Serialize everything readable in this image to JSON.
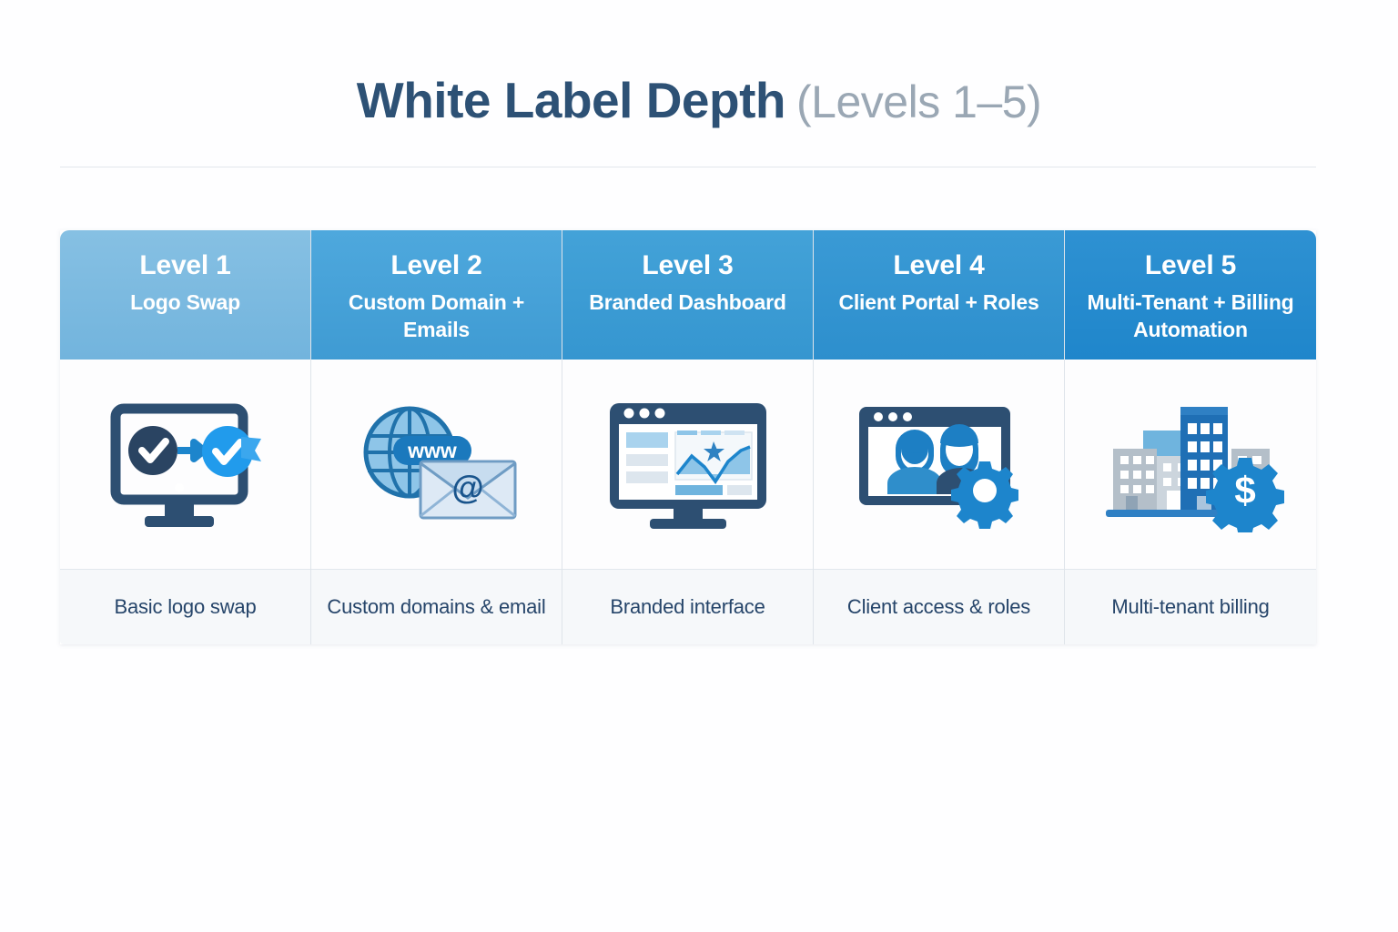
{
  "title": {
    "main": "White Label Depth",
    "sub": "(Levels 1–5)"
  },
  "colors": {
    "title_main": "#2d5175",
    "title_sub": "#9aa7b4",
    "caption_text": "#26456a",
    "header_level1": "#7ab9e0",
    "header_level2": "#46a1d8",
    "header_level3": "#3a9bd5",
    "header_level4": "#2f93d1",
    "header_level5": "#2389ce",
    "icon_dark_navy": "#2d4f72",
    "icon_blue": "#1d85cc",
    "icon_light_blue": "#7fbfe4",
    "footer_bg": "#f6f8fa"
  },
  "columns": [
    {
      "level_label": "Level 1",
      "name": "Logo Swap",
      "caption": "Basic logo swap",
      "icon_name": "logo-swap-monitor-icon",
      "header_color": "#7ab9e0"
    },
    {
      "level_label": "Level 2",
      "name": "Custom Domain + Emails",
      "caption": "Custom domains & email",
      "icon_name": "globe-www-envelope-icon",
      "header_color": "#46a1d8",
      "icon_text": {
        "www": "www",
        "at": "@"
      }
    },
    {
      "level_label": "Level 3",
      "name": "Branded Dashboard",
      "caption": "Branded interface",
      "icon_name": "branded-dashboard-monitor-icon",
      "header_color": "#3a9bd5"
    },
    {
      "level_label": "Level 4",
      "name": "Client Portal + Roles",
      "caption": "Client access & roles",
      "icon_name": "users-browser-gear-icon",
      "header_color": "#2f93d1"
    },
    {
      "level_label": "Level 5",
      "name": "Multi-Tenant + Billing Automation",
      "caption": "Multi-tenant billing",
      "icon_name": "buildings-dollar-gear-icon",
      "header_color": "#2389ce",
      "icon_text": {
        "dollar": "$"
      }
    }
  ]
}
